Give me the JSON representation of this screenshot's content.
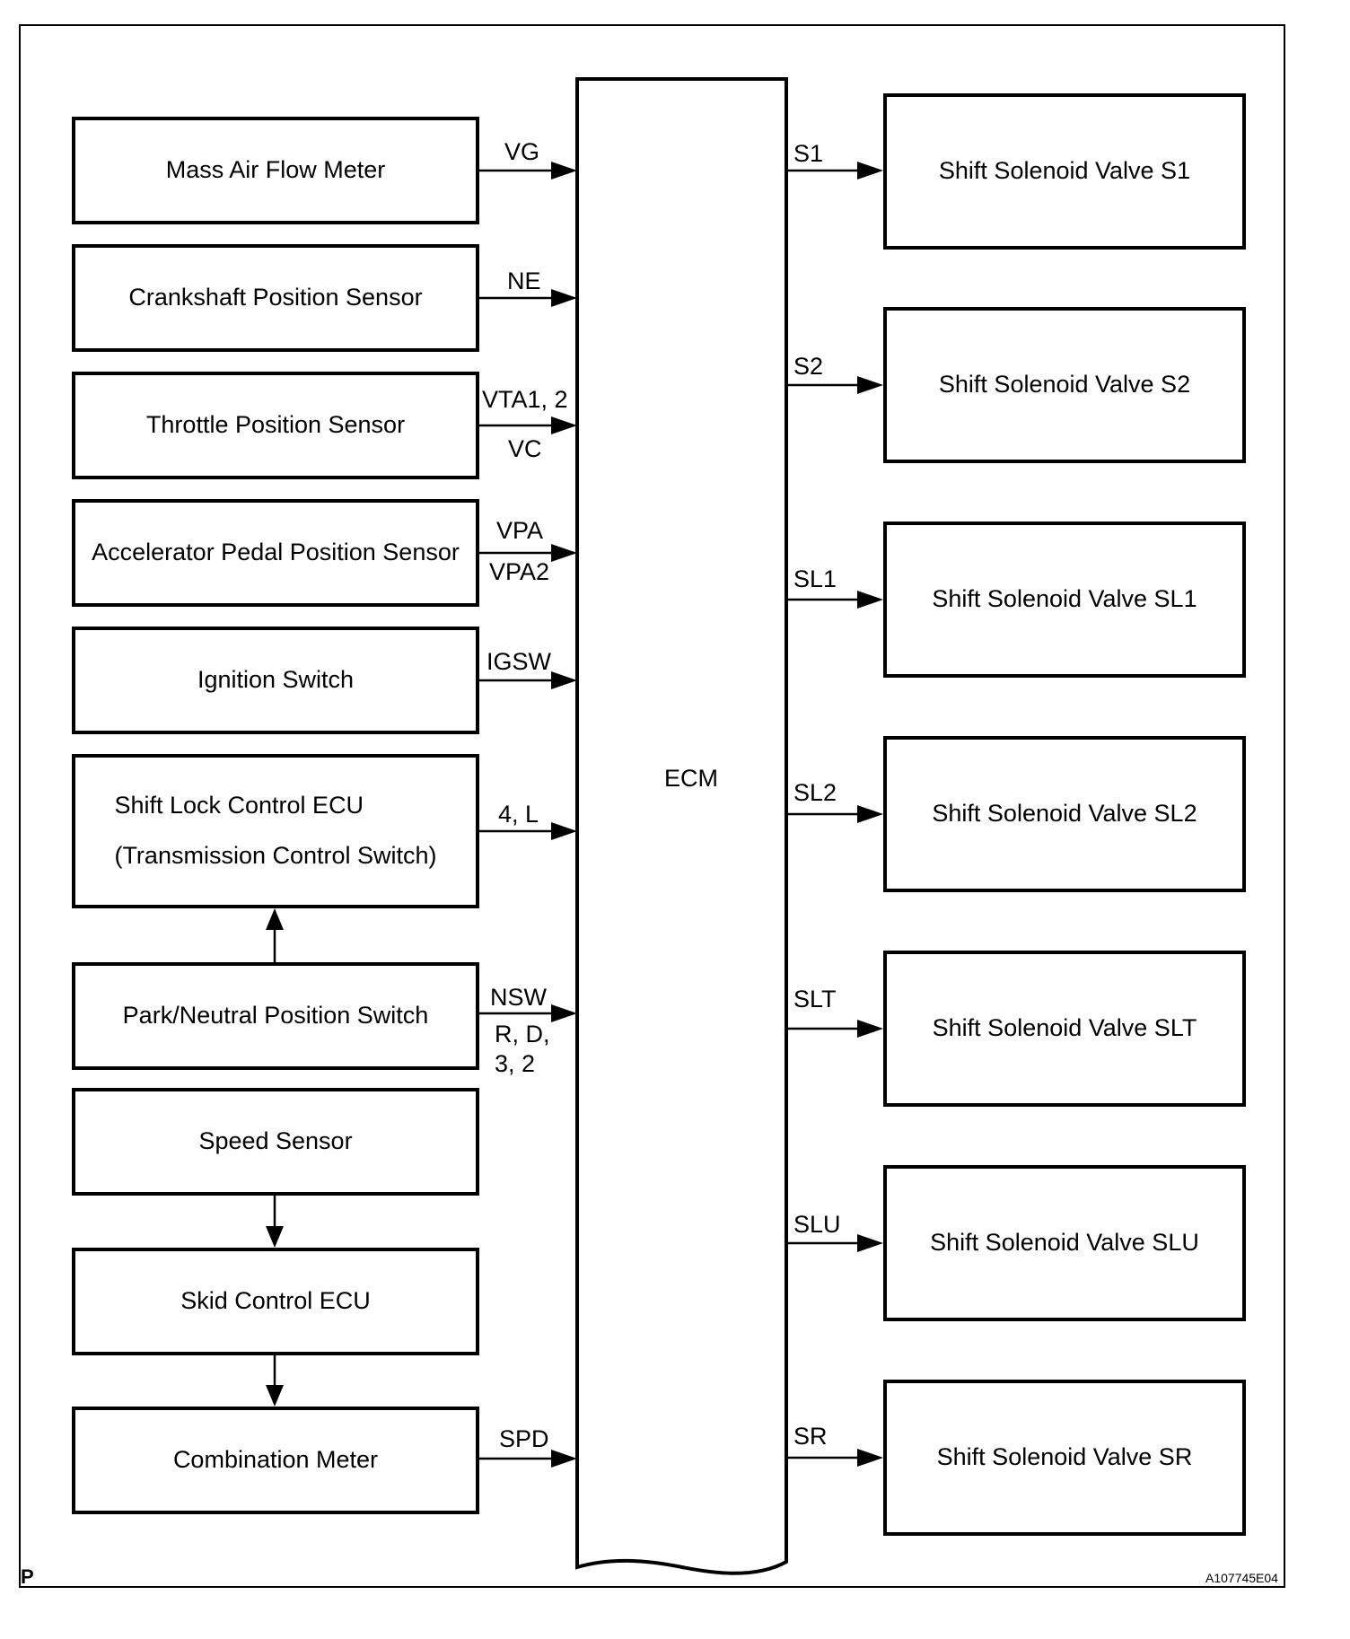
{
  "ecm": {
    "label": "ECM"
  },
  "inputs": [
    {
      "name": "Mass Air Flow Meter",
      "signals": [
        "VG"
      ]
    },
    {
      "name": "Crankshaft Position Sensor",
      "signals": [
        "NE"
      ]
    },
    {
      "name": "Throttle Position Sensor",
      "signals": [
        "VTA1, 2",
        "VC"
      ]
    },
    {
      "name": "Accelerator Pedal Position Sensor",
      "signals": [
        "VPA",
        "VPA2"
      ]
    },
    {
      "name": "Ignition Switch",
      "signals": [
        "IGSW"
      ]
    },
    {
      "name_line1": "Shift Lock Control ECU",
      "name_line2": "(Transmission Control Switch)",
      "signals": [
        "4, L"
      ]
    },
    {
      "name": "Park/Neutral Position Switch",
      "signals": [
        "NSW",
        "R, D,",
        "3, 2"
      ]
    },
    {
      "name": "Speed Sensor"
    },
    {
      "name": "Skid Control ECU"
    },
    {
      "name": "Combination Meter",
      "signals": [
        "SPD"
      ]
    }
  ],
  "outputs": [
    {
      "signal": "S1",
      "name": "Shift Solenoid Valve S1"
    },
    {
      "signal": "S2",
      "name": "Shift Solenoid Valve S2"
    },
    {
      "signal": "SL1",
      "name": "Shift Solenoid Valve SL1"
    },
    {
      "signal": "SL2",
      "name": "Shift Solenoid Valve SL2"
    },
    {
      "signal": "SLT",
      "name": "Shift Solenoid Valve SLT"
    },
    {
      "signal": "SLU",
      "name": "Shift Solenoid Valve SLU"
    },
    {
      "signal": "SR",
      "name": "Shift Solenoid Valve SR"
    }
  ],
  "footer": {
    "section_mark": "P",
    "figure_id": "A107745E04"
  }
}
